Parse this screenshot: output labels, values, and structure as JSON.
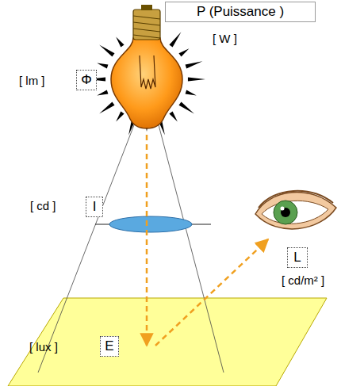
{
  "diagram": {
    "nodes": [
      {
        "text": [
          "P (Puissance )"
        ]
      },
      {
        "text": [
          "Φ"
        ]
      },
      {
        "text": [
          "I"
        ]
      },
      {
        "text": [
          "L"
        ]
      },
      {
        "text": [
          "E"
        ]
      }
    ],
    "labels": [
      "[ W ]",
      "[ lm ]",
      "[ cd ]",
      "[ cd/m² ]",
      "[ lux ]"
    ]
  }
}
